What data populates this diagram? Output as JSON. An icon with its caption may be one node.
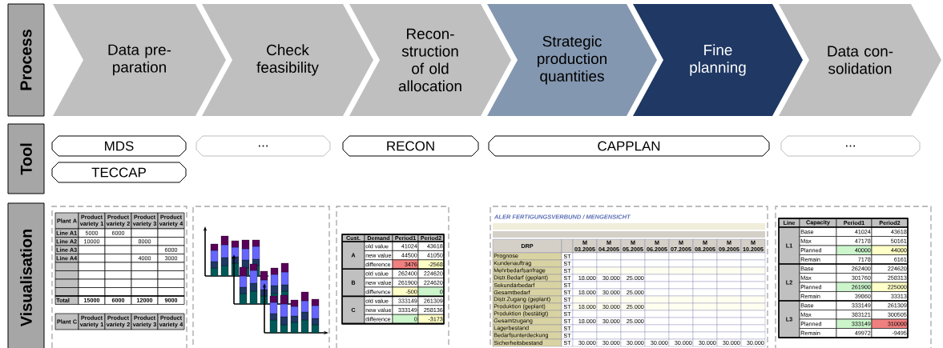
{
  "diagram": {
    "nodes": [
      {
        "text": [
          "Process"
        ]
      },
      {
        "text": [
          "Data pre- paration"
        ]
      },
      {
        "text": [
          "Check feasibility"
        ]
      },
      {
        "text": [
          "Recon- struction of old allocation"
        ]
      },
      {
        "text": [
          "Strategic production quantities"
        ]
      },
      {
        "text": [
          "Fine planning"
        ]
      },
      {
        "text": [
          "Data con- solidation"
        ]
      },
      {
        "text": [
          "Tool"
        ]
      },
      {
        "text": [
          "MDS"
        ]
      },
      {
        "text": [
          "..."
        ]
      },
      {
        "text": [
          "RECON"
        ]
      },
      {
        "text": [
          "CAPPLAN"
        ]
      },
      {
        "text": [
          "..."
        ]
      },
      {
        "text": [
          "TECCAP"
        ]
      },
      {
        "text": [
          "Visualisation"
        ]
      },
      {
        "text": [],
        "shape": "box"
      },
      {
        "text": [],
        "shape": "box"
      },
      {
        "text": [],
        "shape": "box"
      },
      {
        "text": [],
        "shape": "box"
      },
      {
        "text": [],
        "shape": "box"
      }
    ],
    "labels": [
      "Plant A",
      "Product variety 1",
      "Product variety 2",
      "Product variety 3",
      "Product variety 4",
      "Line A1",
      "5000",
      "6000",
      "Line A2",
      "10000",
      "8000",
      "Line A3",
      "6000",
      "Line A4",
      "4000",
      "3000",
      "Total",
      "15000",
      "6000",
      "12000",
      "9000",
      "Plant C",
      "Product variety 1",
      "Product variety 2",
      "Product variety 3",
      "Product variety 4",
      "Cust.",
      "Demand",
      "Period1",
      "Period2",
      "A",
      "old value",
      "41024",
      "43618",
      "new value",
      "44500",
      "41050",
      "difference",
      "3476",
      "-2568",
      "B",
      "old value",
      "262400",
      "224620",
      "new value",
      "261900",
      "224620",
      "difference",
      "-500",
      "0",
      "C",
      "old value",
      "333149",
      "261309",
      "new value",
      "333149",
      "258136",
      "difference",
      "0",
      "-3173",
      "ALER FERTIGUNGSVERBUND / MENGENSICHT",
      "DRP",
      "M 03.2005",
      "M 04.2005",
      "M 05.2005",
      "M 06.2005",
      "M 07.2005",
      "M 08.2005",
      "M 09.2005",
      "M 10.2005",
      "Prognose",
      "ST",
      "Kundenauftrag",
      "ST",
      "Mehrbedarfsanfrage",
      "ST",
      "Distr.Bedarf (geplant)",
      "ST",
      "18.000",
      "30.000",
      "25.000",
      "Sekundärbedarf",
      "ST",
      "Gesamtbedarf",
      "ST",
      "18.000",
      "30.000",
      "25.000",
      "Distr.Zugang (geplant)",
      "ST",
      "Produktion (geplant)",
      "ST",
      "18.000",
      "30.000",
      "25.000",
      "Produktion (bestätigt)",
      "ST",
      "Gesamtzugang",
      "ST",
      "18.000",
      "30.000",
      "25.000",
      "Lagerbestand",
      "ST",
      "Bedarfsunterdeckung",
      "ST",
      "Sicherheitsbestand",
      "ST",
      "30.000",
      "30.000",
      "30.000",
      "30.000",
      "30.000",
      "30.000",
      "30.000",
      "30.000",
      "Line",
      "Capacity",
      "Period1",
      "Period2",
      "L1",
      "Base",
      "41024",
      "43618",
      "Max",
      "47178",
      "50161",
      "Planned",
      "40000",
      "44000",
      "Remain",
      "7178",
      "6161",
      "L2",
      "Base",
      "262400",
      "224620",
      "Max",
      "301760",
      "258313",
      "Planned",
      "261900",
      "225000",
      "Remain",
      "39860",
      "33313",
      "L3",
      "Base",
      "333149",
      "261309",
      "Max",
      "383121",
      "300505",
      "Planned",
      "333149",
      "310000",
      "Remain",
      "49972",
      "-9495"
    ]
  }
}
